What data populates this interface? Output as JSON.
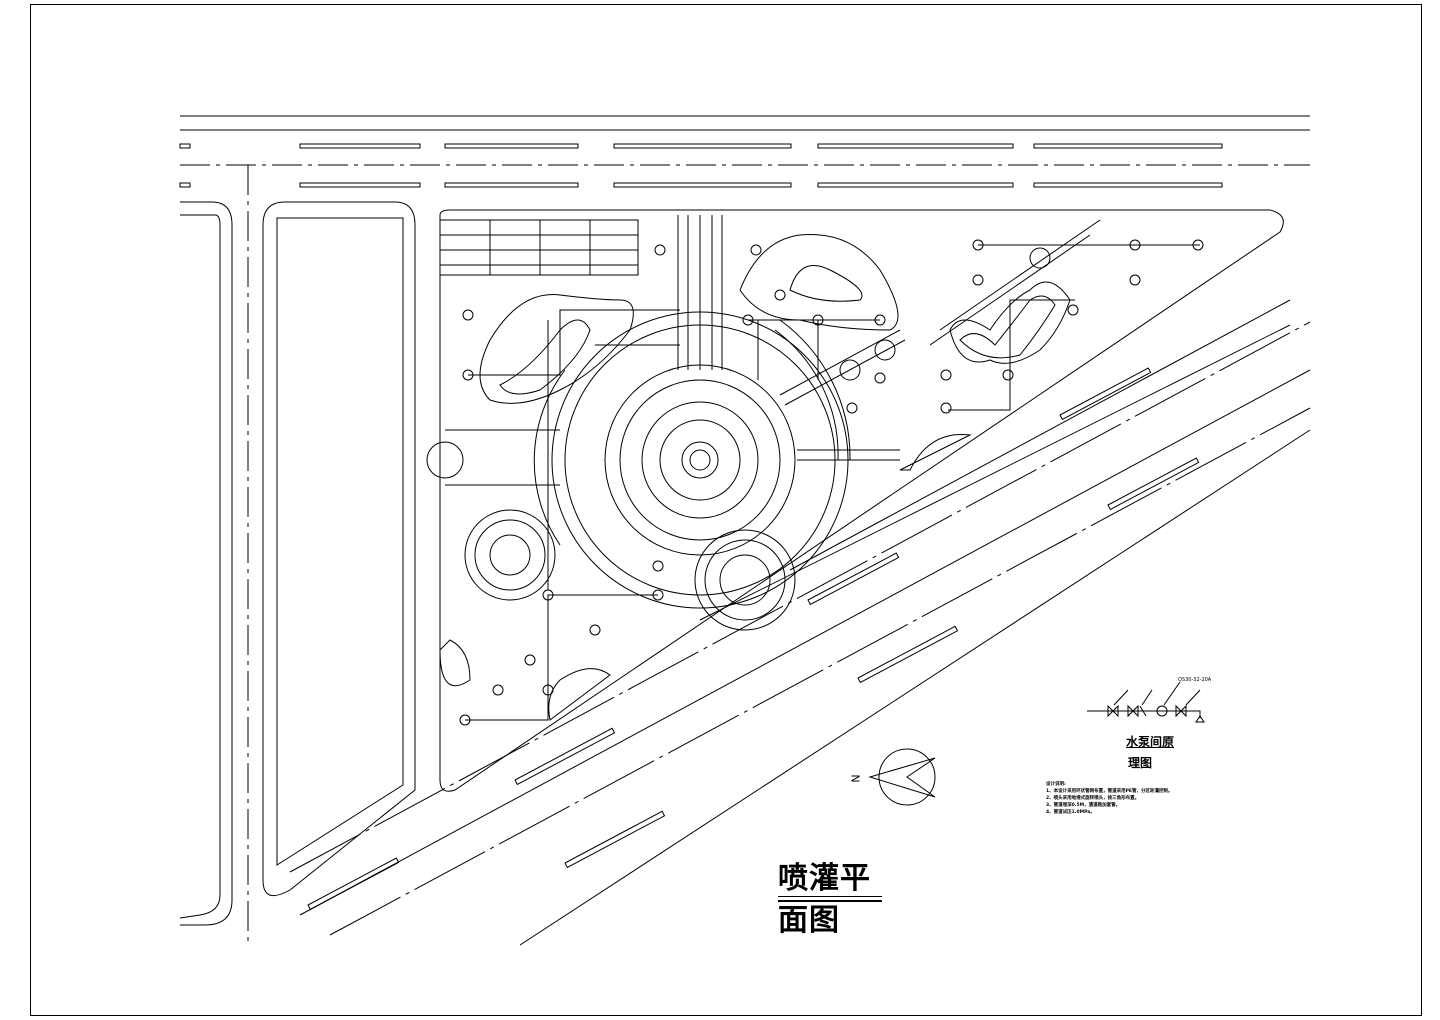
{
  "drawing": {
    "title": "喷灌平面图",
    "north_label": "N",
    "pump_room": {
      "title_line1": "水泵间原",
      "title_line2": "理图",
      "pump_model": "QS30-32-20A"
    },
    "notes": {
      "heading": "设计说明:",
      "items": [
        "1、本设计采用环状管网布置，管道采用PE管，分区轮灌控制。",
        "2、喷头采用地埋式旋转喷头，按三角形布置。",
        "3、管道埋深0.5M，遇道路加套管。",
        "4、管道试压1.0MPa。"
      ]
    }
  }
}
